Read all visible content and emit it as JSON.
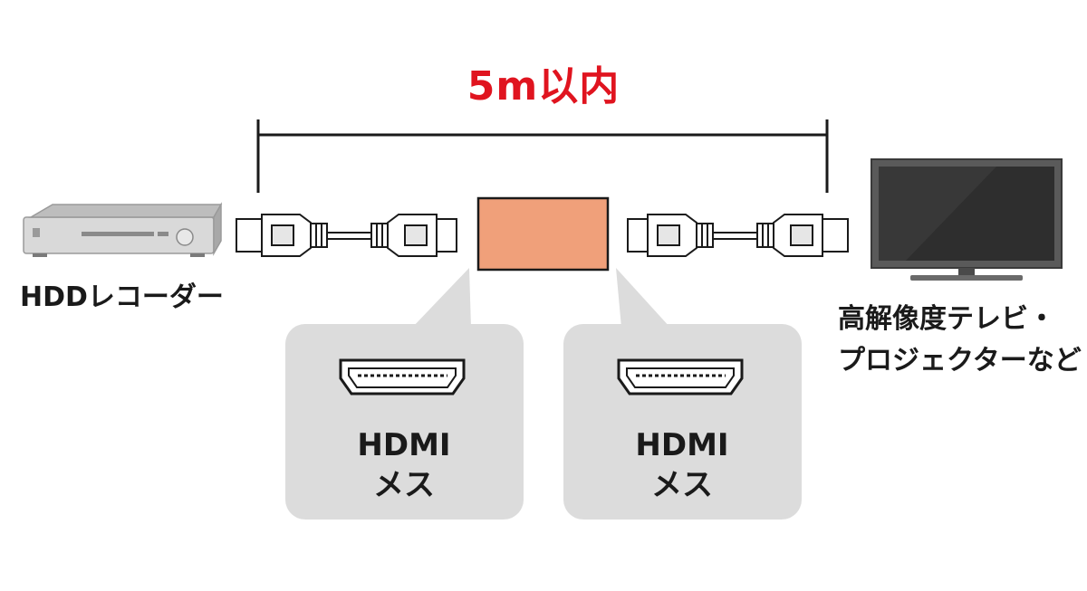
{
  "title": {
    "text": "5m以内"
  },
  "source_device": {
    "label": "HDDレコーダー"
  },
  "destination_device": {
    "label_line1": "高解像度テレビ・",
    "label_line2": "プロジェクターなど"
  },
  "ports": [
    {
      "line1": "HDMI",
      "line2": "メス"
    },
    {
      "line1": "HDMI",
      "line2": "メス"
    }
  ],
  "colors": {
    "accent": "#e0141f",
    "adapter": "#f0a07a",
    "callout": "#dcdcdc",
    "line": "#1a1a1a"
  }
}
